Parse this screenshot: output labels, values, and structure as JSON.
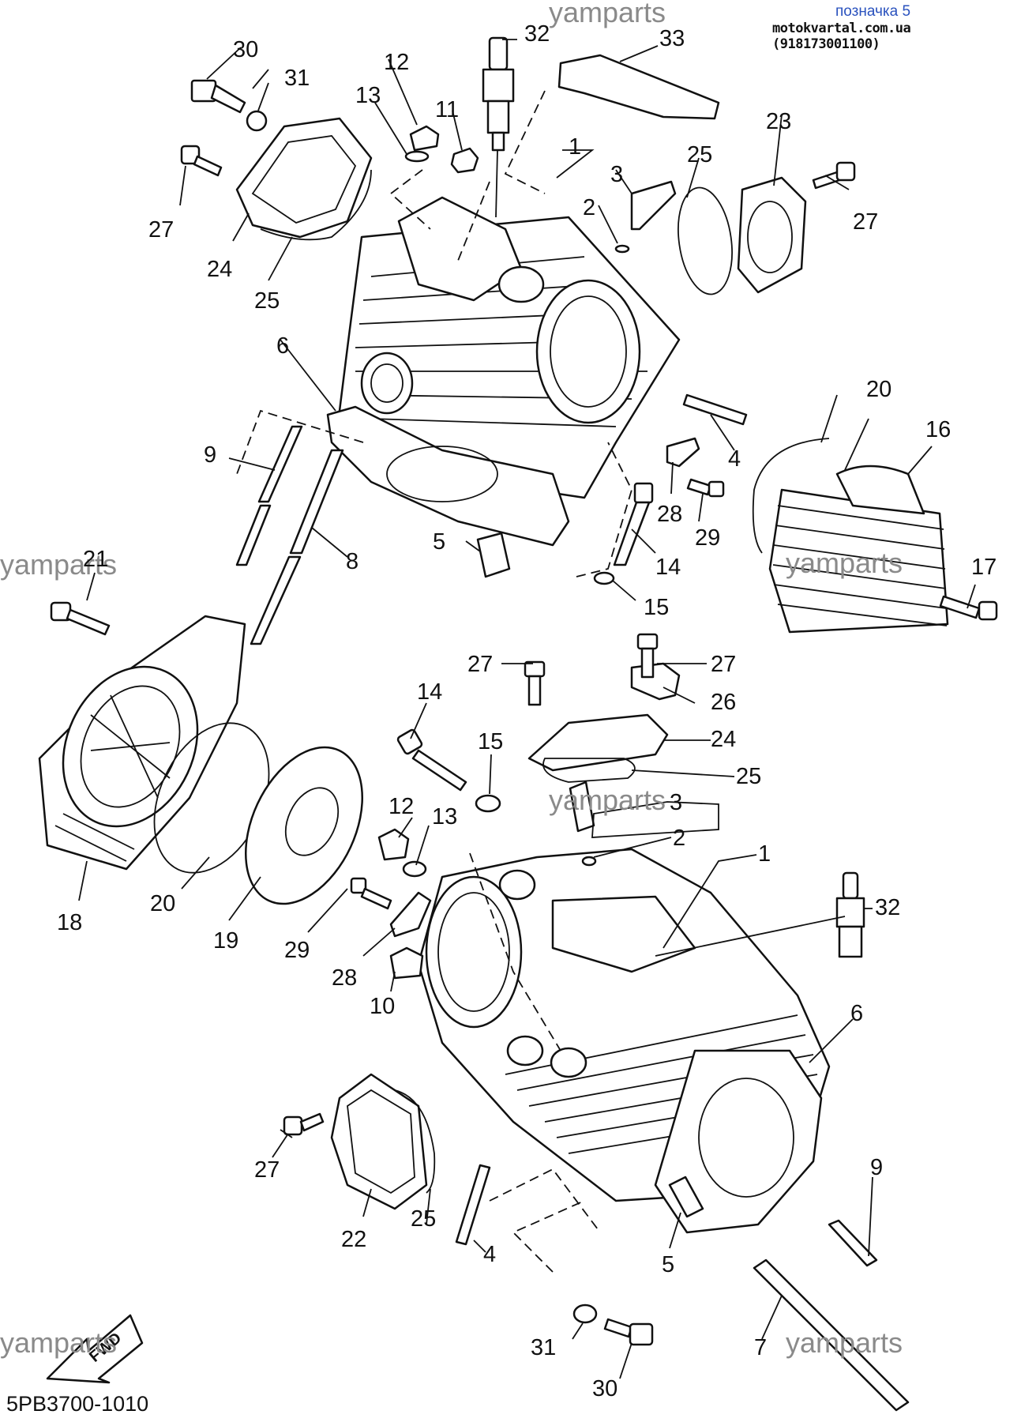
{
  "header": {
    "title": "позначка 5",
    "site": "motokvartal.com.ua (918173001100)"
  },
  "watermark": "yamparts",
  "diagram_code": "5PB3700-1010",
  "fwd_label": "FWD",
  "labels": {
    "n1": "1",
    "n2": "2",
    "n3": "3",
    "n4": "4",
    "n5": "5",
    "n6": "6",
    "n7": "7",
    "n8": "8",
    "n9": "9",
    "n10": "10",
    "n11": "11",
    "n12": "12",
    "n13": "13",
    "n14": "14",
    "n15": "15",
    "n16": "16",
    "n17": "17",
    "n18": "18",
    "n19": "19",
    "n20": "20",
    "n21": "21",
    "n22": "22",
    "n23": "23",
    "n24": "24",
    "n25": "25",
    "n26": "26",
    "n27": "27",
    "n28": "28",
    "n29": "29",
    "n30": "30",
    "n31": "31",
    "n32": "32",
    "n33": "33"
  },
  "colors": {
    "header_title": "#2a52be",
    "line": "#111111",
    "watermark": "#8a8a8a"
  }
}
